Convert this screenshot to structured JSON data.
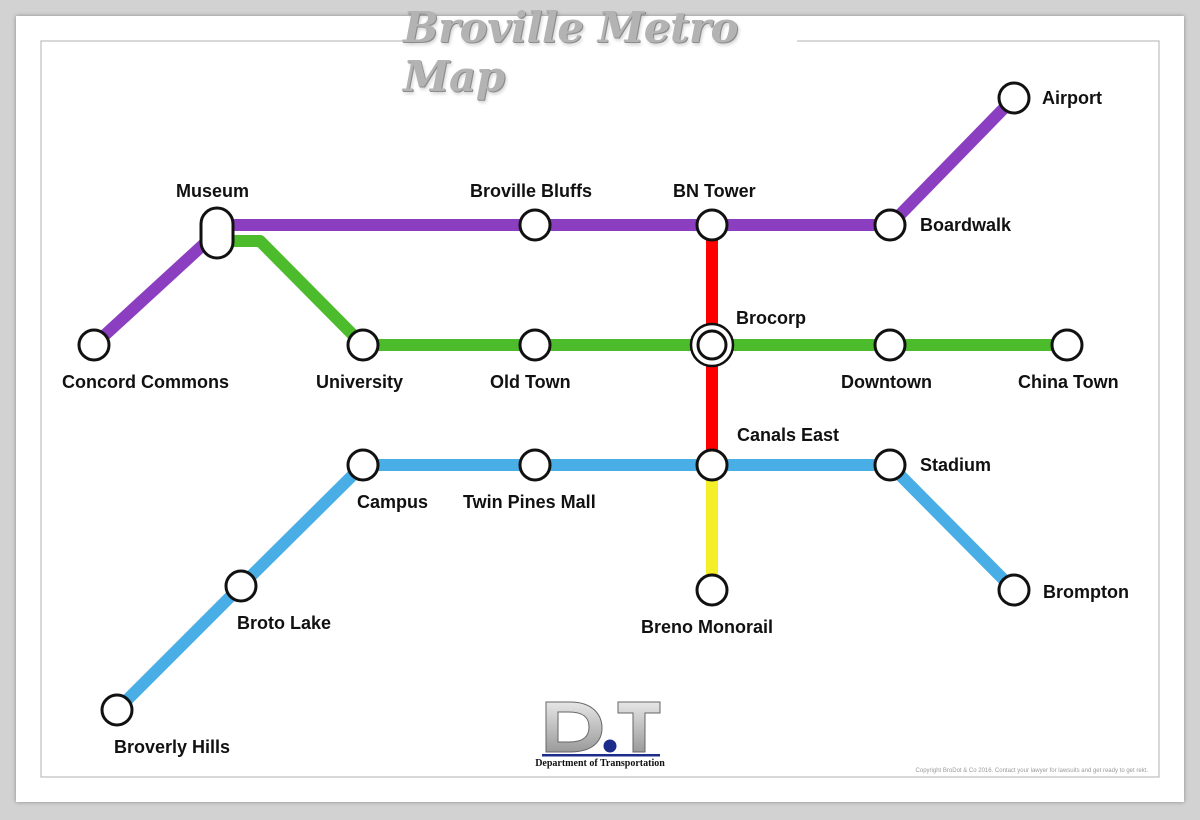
{
  "title": "Broville Metro Map",
  "colors": {
    "purple": "#8b3fc0",
    "green": "#4cbc2c",
    "red": "#ff0000",
    "yellow": "#f5ef2a",
    "blue": "#4aaee6",
    "station_fill": "#ffffff",
    "station_stroke": "#111111"
  },
  "stations": {
    "airport": "Airport",
    "museum": "Museum",
    "broville_bluffs": "Broville Bluffs",
    "bn_tower": "BN Tower",
    "boardwalk": "Boardwalk",
    "concord_commons": "Concord Commons",
    "university": "University",
    "old_town": "Old Town",
    "brocorp": "Brocorp",
    "downtown": "Downtown",
    "china_town": "China Town",
    "canals_east": "Canals East",
    "stadium": "Stadium",
    "campus": "Campus",
    "twin_pines_mall": "Twin Pines Mall",
    "breno_monorail": "Breno Monorail",
    "brompton": "Brompton",
    "broto_lake": "Broto Lake",
    "broverly_hills": "Broverly Hills"
  },
  "logo": {
    "letters": "D.T",
    "caption": "Department of Transportation"
  },
  "copyright": "Copyright BroDot & Co 2016. Contact your lawyer for lawsuits and get ready to get rekt."
}
